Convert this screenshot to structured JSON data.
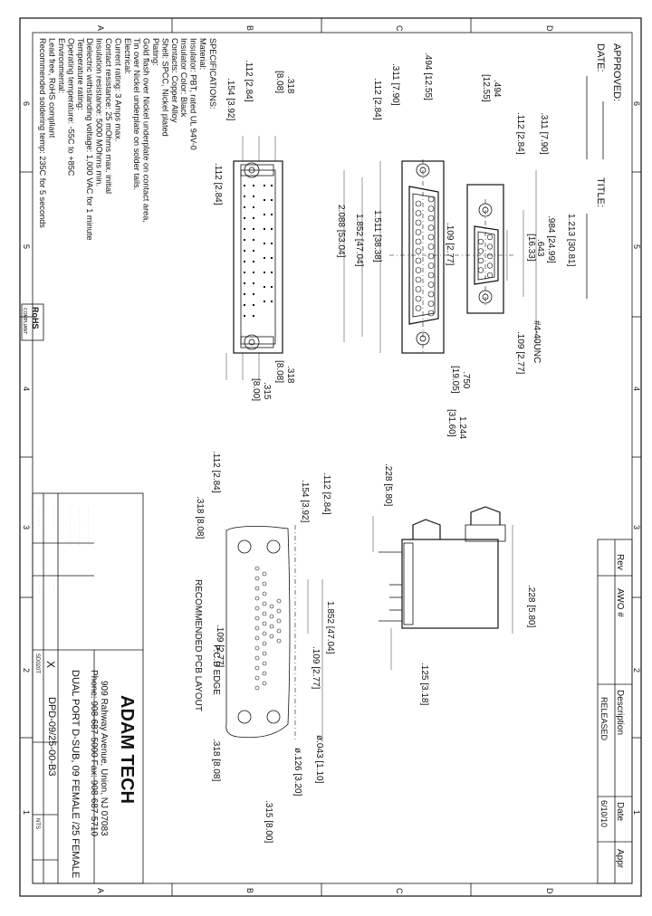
{
  "border": {
    "zones_letters": [
      "A",
      "B",
      "C",
      "D"
    ],
    "zones_numbers": [
      "6",
      "5",
      "4",
      "3",
      "2",
      "1"
    ]
  },
  "header": {
    "approved": "APPROVED:",
    "date": "DATE:",
    "title": "TITLE:"
  },
  "revision_block": {
    "headers": [
      "Rev",
      "AWO #",
      "Description",
      "Date",
      "Appr"
    ],
    "row": {
      "rev": "",
      "awo": "",
      "description": "RELEASED",
      "date": "6/10/10",
      "appr": ""
    }
  },
  "specifications": {
    "heading": "SPECIFICATIONS:",
    "lines": [
      "Material:",
      "Insulator: PBT, rated UL 94V-0",
      "Insulator Color: Black",
      "Contacts: Copper Alloy",
      "Shell: SPCC, Nickel plated",
      "Plating:",
      "Gold flash over Nickel underplate on contact area,",
      "Tin over Nickel underplate on solder tails.",
      "Electrical:",
      "Current rating: 3 Amps max.",
      "Contact resistance: 25 mOhms max. initial",
      "Insulation resistance: 5000 MOhms min.",
      "Dielectric withstanding voltage: 1,000 VAC for 1 minute",
      "Temperature rating:",
      "Operating temperature: -55C to +85C",
      "Environmental:",
      "Lead free, RoHS compliant",
      "Recommended soldering temp: 235C for 5 seconds"
    ],
    "rohs": "RoHS",
    "rohs_sub": "COMPLIANT"
  },
  "top_view_dims": {
    "d311a": ".311 [7.90]",
    "d112a": ".112 [2.84]",
    "d1213": "1.213 [30.81]",
    "d984": ".984 [24.99]",
    "d643": ".643",
    "d1633": "[16.33]",
    "d109a": ".109 [2.77]",
    "d4_40": "#4-40UNC",
    "d109b": ".109 [2.77]",
    "d750": ".750",
    "d1905": "[19.05]",
    "d1244": "1.244",
    "d3160": "[31.60]",
    "d1511": "1.511 [38.38]",
    "d1852": "1.852 [47.04]",
    "d2088": "2.088 [53.04]",
    "d494a": ".494",
    "d1255a": "[12.55]",
    "d494b": ".494 [12.55]",
    "d311b": ".311 [7.90]",
    "d112b": ".112 [2.84]",
    "d318": ".318",
    "d808": "[8.08]",
    "d112c": ".112 [2.84]",
    "d154": ".154 [3.92]",
    "d112d": ".112 [2.84]",
    "d318b": ".318",
    "d808b": "[8.08]",
    "d315": ".315",
    "d800": "[8.00]"
  },
  "side_view_dims": {
    "d228a": ".228 [5.80]",
    "d228b": ".228 [5.80]",
    "d125": ".125 [3.18]"
  },
  "pcb_dims": {
    "d112a": ".112 [2.84]",
    "d154": ".154 [3.92]",
    "d112b": ".112 [2.84]",
    "d318a": ".318 [8.08]",
    "d1852": "1.852 [47.04]",
    "d109a": ".109 [2.77]",
    "d109b": ".109 [2.77]",
    "d043": "ø.043 [1.10]",
    "d126": "ø.126 [3.20]",
    "d318b": ".318 [8.08]",
    "d315": ".315 [8.00]",
    "label1": "RECOMMENDED PCB LAYOUT",
    "label2": "P.C.B EDGE"
  },
  "title_block": {
    "company": "ADAM TECH",
    "address": "909 Rahway Avenue, Union, NJ 07083",
    "phone": "Phone: 908-687-5000 Fax: 908-687-5710",
    "description": "DUAL PORT D-SUB, 09 FEMALE /25 FEMALE",
    "part_no": "DPD-09/25-00-B3",
    "mark": "X",
    "code": "SD020T",
    "scale": "NTS"
  }
}
